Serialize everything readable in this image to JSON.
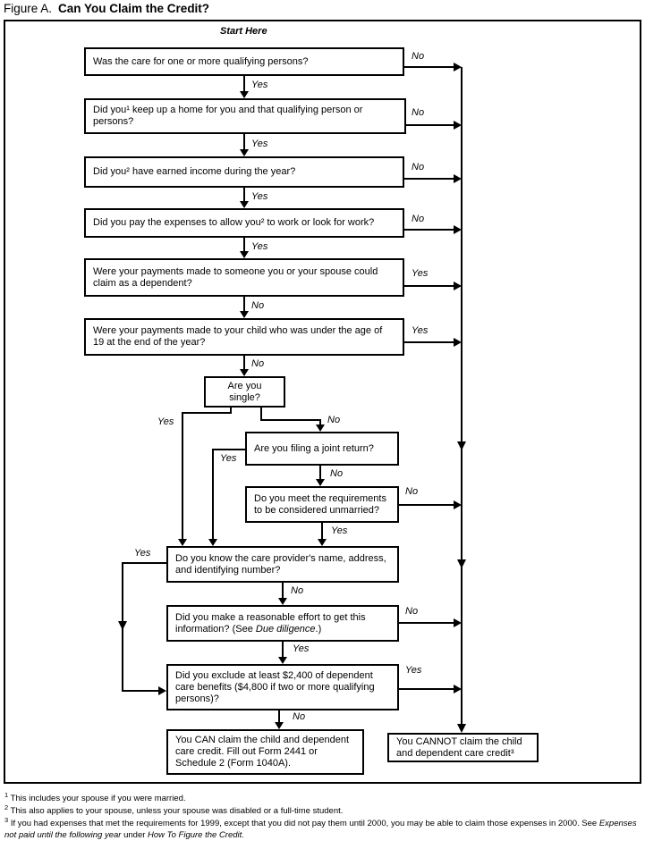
{
  "title": {
    "figure_label": "Figure A.",
    "heading": "Can You Claim the Credit?"
  },
  "start_here": "Start Here",
  "decision_labels": {
    "yes": "Yes",
    "no": "No"
  },
  "questions": {
    "q1": "Was the care for one or more qualifying persons?",
    "q2": "Did you¹ keep up a home for you and that qualifying person or persons?",
    "q3": "Did you² have earned income during the year?",
    "q4": "Did you pay the expenses to allow you² to work or look for work?",
    "q5": "Were your payments made to someone you or your spouse could claim as a dependent?",
    "q6": "Were your payments made to your child who was under the age of 19 at the end of the year?",
    "q7": "Are you single?",
    "q8": "Are you filing a joint return?",
    "q9": "Do you meet the requirements to be considered unmarried?",
    "q10": "Do you know the care provider's name, address, and identifying number?",
    "q11": {
      "pre": "Did you make a reasonable effort to get this information? (See ",
      "italic": "Due diligence",
      "post": ".)"
    },
    "q12": "Did you exclude at least $2,400 of dependent care benefits ($4,800 if two or more qualifying persons)?"
  },
  "results": {
    "can": "You CAN claim the child and dependent care credit. Fill out Form 2441 or Schedule 2 (Form 1040A).",
    "cannot": "You CANNOT claim the child and dependent care credit³"
  },
  "footnotes": [
    {
      "marker": "1",
      "text": "This includes your spouse if you were married."
    },
    {
      "marker": "2",
      "text": "This also applies to your spouse, unless your spouse was disabled or a full-time student."
    },
    {
      "marker": "3",
      "pre": "If you had expenses that met the requirements for 1999, except that you did not pay them until 2000, you may be able to claim those expenses in 2000. See ",
      "italic1": "Expenses not paid until the following year",
      "mid": " under ",
      "italic2": "How To Figure the Credit."
    }
  ]
}
